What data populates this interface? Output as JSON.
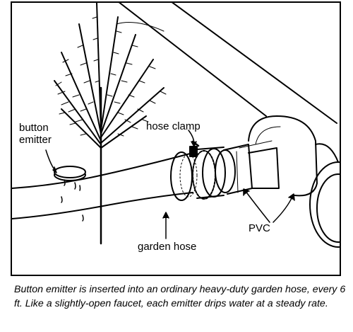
{
  "labels": {
    "button_emitter": "button\nemitter",
    "hose_clamp": "hose clamp",
    "pvc": "PVC",
    "garden_hose": "garden hose"
  },
  "caption": "Button emitter is inserted into an ordinary heavy-duty garden hose, every 6 ft. Like a slightly-open faucet, each emitter drips water at a steady rate.",
  "colors": {
    "ink": "#000000",
    "paper": "#ffffff"
  }
}
